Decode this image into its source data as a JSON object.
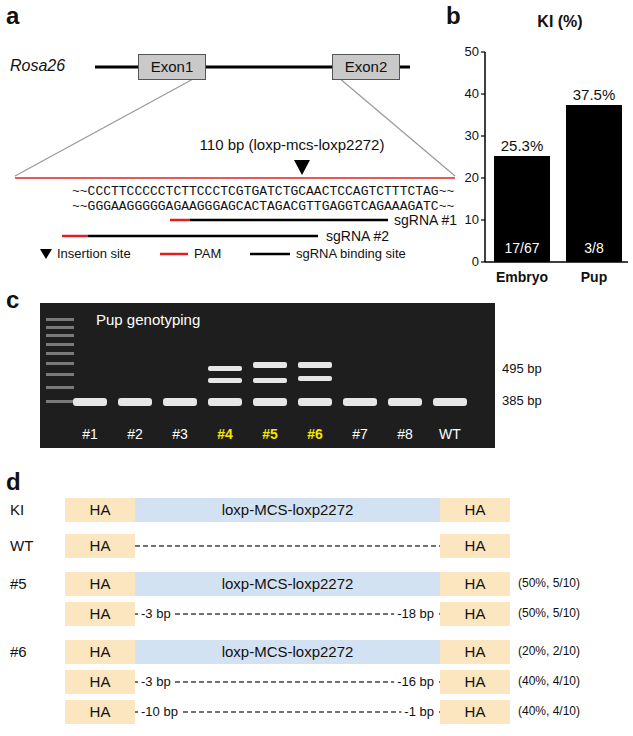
{
  "diagram": {
    "nodes": [
      {
        "text": [
          "Exon1"
        ]
      },
      {
        "text": [
          "Exon2"
        ]
      },
      {
        "text": [
          "25.3%",
          "17/67"
        ]
      },
      {
        "text": [
          "37.5%",
          "3/8"
        ]
      },
      {
        "text": [
          "HA"
        ]
      },
      {
        "text": [
          "loxp-MCS-loxp2272"
        ]
      },
      {
        "text": [
          "HA"
        ]
      },
      {
        "text": [
          "HA"
        ]
      },
      {
        "text": [
          "HA"
        ]
      },
      {
        "text": [
          "HA"
        ]
      },
      {
        "text": [
          "loxp-MCS-loxp2272"
        ]
      },
      {
        "text": [
          "HA"
        ]
      },
      {
        "text": [
          "HA"
        ]
      },
      {
        "text": [
          "HA"
        ]
      },
      {
        "text": [
          "HA"
        ]
      },
      {
        "text": [
          "loxp-MCS-loxp2272"
        ]
      },
      {
        "text": [
          "HA"
        ]
      },
      {
        "text": [
          "HA"
        ]
      },
      {
        "text": [
          "HA"
        ]
      },
      {
        "text": [
          "HA"
        ]
      },
      {
        "text": [
          "HA"
        ]
      }
    ],
    "edges": [
      {
        "from": 0,
        "to": 1,
        "arrow": "none"
      },
      {
        "from": 7,
        "to": 8,
        "arrow": "none"
      },
      {
        "from": 12,
        "to": 13,
        "arrow": "none"
      },
      {
        "from": 17,
        "to": 18,
        "arrow": "none"
      },
      {
        "from": 19,
        "to": 20,
        "arrow": "none"
      }
    ],
    "labels": [
      "a",
      "Rosa26",
      "110 bp (loxp-mcs-loxp2272)",
      "~~CCCTTCCCCCTCTTCCCTCGTGATCTGCAACTCCAGTCTTTCTAG~~",
      "~~GGGAAGGGGGAGAAGGGAGCACTAGACGTTGAGGTCAGAAAGATC~~",
      "sgRNA #1",
      "sgRNA #2",
      "b",
      "KI (%)",
      "0",
      "10",
      "20",
      "30",
      "40",
      "50",
      "Embryo",
      "Pup",
      "c",
      "Pup genotyping",
      "#1",
      "#2",
      "#3",
      "#4",
      "#5",
      "#6",
      "#7",
      "#8",
      "WT",
      "495 bp",
      "385 bp",
      "d",
      "KI",
      "WT",
      "#5",
      "#6",
      "-3 bp",
      "-18 bp",
      "-3 bp",
      "-16 bp",
      "-10 bp",
      "-1 bp",
      "(50%, 5/10)",
      "(50%, 5/10)",
      "(20%, 2/10)",
      "(40%, 4/10)",
      "(40%, 4/10)"
    ],
    "legend": [
      {
        "text": "Insertion site"
      },
      {
        "text": "PAM"
      },
      {
        "text": "sgRNA binding site"
      }
    ]
  }
}
